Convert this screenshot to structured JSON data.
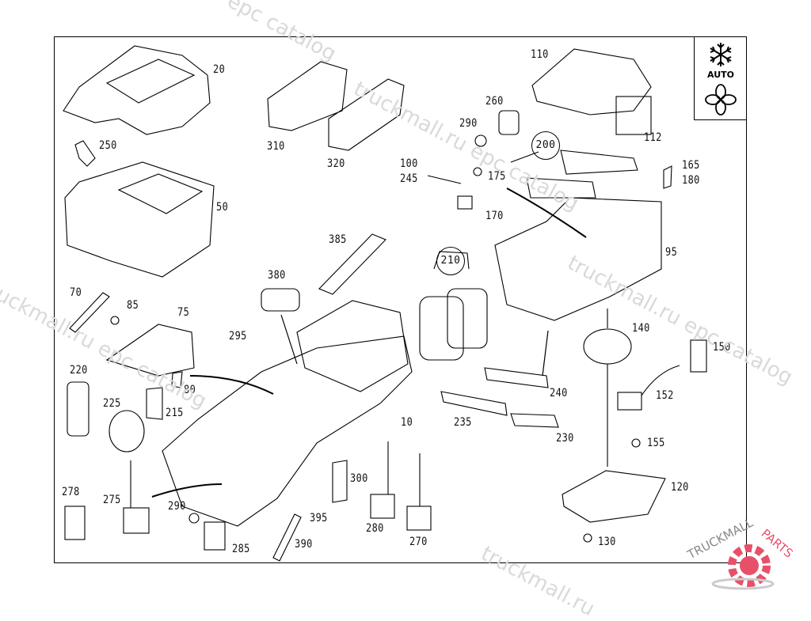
{
  "diagram": {
    "title": "Heater / A-C housing exploded parts view",
    "legend": {
      "icons": [
        "snowflake-icon",
        "fan-icon"
      ],
      "text": "AUTO"
    },
    "labels": [
      {
        "id": "20"
      },
      {
        "id": "250"
      },
      {
        "id": "50"
      },
      {
        "id": "310"
      },
      {
        "id": "320"
      },
      {
        "id": "385"
      },
      {
        "id": "380"
      },
      {
        "id": "70"
      },
      {
        "id": "85"
      },
      {
        "id": "75"
      },
      {
        "id": "295"
      },
      {
        "id": "220"
      },
      {
        "id": "80"
      },
      {
        "id": "225"
      },
      {
        "id": "215"
      },
      {
        "id": "278"
      },
      {
        "id": "275"
      },
      {
        "id": "290"
      },
      {
        "id": "285"
      },
      {
        "id": "395"
      },
      {
        "id": "390"
      },
      {
        "id": "300"
      },
      {
        "id": "280"
      },
      {
        "id": "270"
      },
      {
        "id": "10"
      },
      {
        "id": "110"
      },
      {
        "id": "260"
      },
      {
        "id": "290"
      },
      {
        "id": "112"
      },
      {
        "id": "200",
        "circled": true
      },
      {
        "id": "100"
      },
      {
        "id": "245"
      },
      {
        "id": "175"
      },
      {
        "id": "165"
      },
      {
        "id": "180"
      },
      {
        "id": "170"
      },
      {
        "id": "95"
      },
      {
        "id": "210",
        "circled": true
      },
      {
        "id": "140"
      },
      {
        "id": "150"
      },
      {
        "id": "152"
      },
      {
        "id": "240"
      },
      {
        "id": "235"
      },
      {
        "id": "230"
      },
      {
        "id": "155"
      },
      {
        "id": "120"
      },
      {
        "id": "130"
      }
    ]
  },
  "watermarks": [
    "epc catalog",
    "truckmall.ru epc catalog",
    "truckmall.ru epc catalog",
    "truckmall.ru epc catalog",
    "truckmall.ru"
  ],
  "logo": {
    "text_dark": "TRUCKMALL",
    "text_accent": "PARTS",
    "accent_color": "#e8506a"
  }
}
